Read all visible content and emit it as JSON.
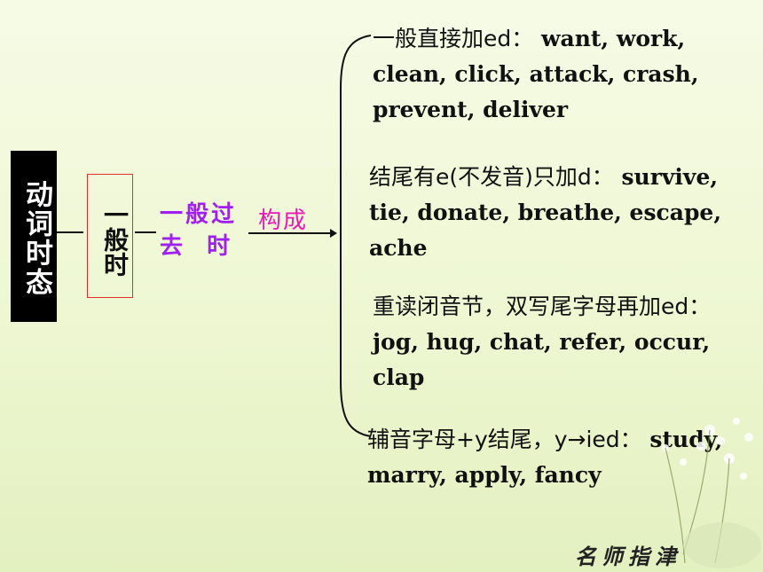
{
  "left_box": {
    "text": "动词时态"
  },
  "red_box": {
    "text": "一般时"
  },
  "tense_label": {
    "line1": "一般过",
    "line2": "去  时"
  },
  "construction_label": "构成",
  "rules": [
    {
      "cn": "一般直接加ed：",
      "en": "want, work, clean, click, attack, crash, prevent, deliver"
    },
    {
      "cn": "结尾有e(不发音)只加d：",
      "en": "survive, tie, donate, breathe, escape, ache"
    },
    {
      "cn": "重读闭音节，双写尾字母再加ed：",
      "en": "jog, hug, chat, refer, occur, clap"
    },
    {
      "cn": "辅音字母+y结尾，y→ied：",
      "en": "study, marry, apply, fancy"
    }
  ],
  "logo_text": "名师指津",
  "colors": {
    "tense": "#a020f0",
    "construction": "#e81ab8",
    "red_box_border": "#e0302a"
  }
}
